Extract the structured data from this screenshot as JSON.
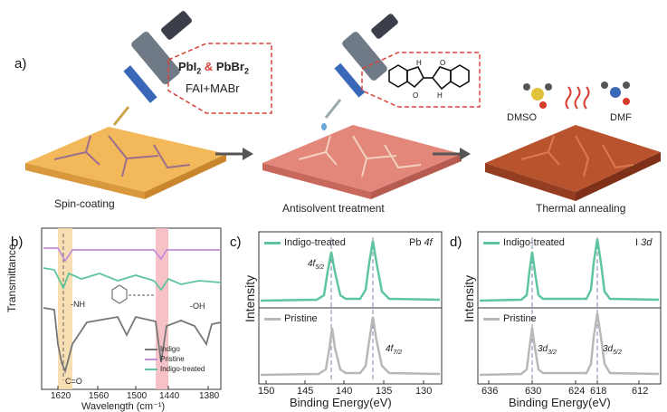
{
  "top": {
    "panel_label": "a)",
    "reagent_box": {
      "line1_a": "PbI",
      "line1_a_sub": "2",
      "line1_amp": " & ",
      "line1_b": "PbBr",
      "line1_b_sub": "2",
      "line2": "FAI+MABr"
    },
    "steps": [
      {
        "label": "Spin-coating",
        "color": "#f2b85a"
      },
      {
        "label": "Antisolvent treatment",
        "color": "#e3877a"
      },
      {
        "label": "Thermal annealing",
        "color": "#b9532e"
      }
    ],
    "solvents": [
      "DMSO",
      "DMF"
    ]
  },
  "panel_b": {
    "label": "b)",
    "ylabel": "Transmittance",
    "xlabel": "Wavelength (cm⁻¹)",
    "xticks": [
      "1620",
      "1560",
      "1500",
      "1440",
      "1380"
    ],
    "annotations": [
      "-NH",
      "-OH",
      "C=O"
    ],
    "legend": [
      {
        "name": "Indigo",
        "color": "#777777"
      },
      {
        "name": "Pristine",
        "color": "#c38fd8"
      },
      {
        "name": "Indigo-treated",
        "color": "#5fc59f"
      }
    ]
  },
  "panel_c": {
    "label": "c)",
    "ylabel": "Intensity",
    "xlabel": "Binding Energy(eV)",
    "xticks": [
      "150",
      "145",
      "140",
      "135",
      "130"
    ],
    "element": "Pb ",
    "element_orbital": "4f",
    "upper_legend": "Indigo-treated",
    "lower_legend": "Pristine",
    "peak_labels": [
      {
        "main": "4f",
        "sub": "5/2"
      },
      {
        "main": "4f",
        "sub": "7/2"
      }
    ],
    "colors": {
      "treated": "#5fc59f",
      "pristine": "#b8b8b8"
    }
  },
  "panel_d": {
    "label": "d)",
    "ylabel": "Intensity",
    "xlabel": "Binding Energy(eV)",
    "xticks": [
      "636",
      "630",
      "624",
      "618",
      "612"
    ],
    "element": "I ",
    "element_orbital": "3d",
    "upper_legend": "Indigo-treated",
    "lower_legend": "Pristine",
    "peak_labels": [
      {
        "main": "3d",
        "sub": "3/2"
      },
      {
        "main": "3d",
        "sub": "5/2"
      }
    ],
    "colors": {
      "treated": "#5fc59f",
      "pristine": "#b8b8b8"
    }
  }
}
